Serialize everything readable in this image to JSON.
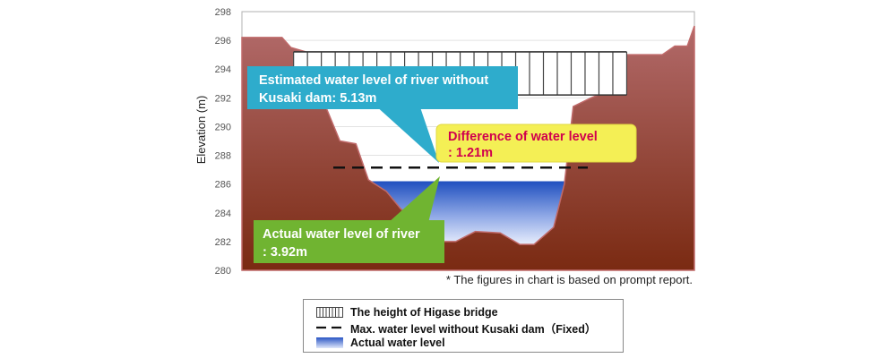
{
  "chart_data": {
    "type": "area",
    "title": "",
    "ylabel": "Elevation (m)",
    "ylim": [
      280,
      298
    ],
    "yticks": [
      280,
      282,
      284,
      286,
      288,
      290,
      292,
      294,
      296,
      298
    ],
    "ground_profile": [
      {
        "x": 0,
        "y": 296.2
      },
      {
        "x": 45,
        "y": 296.2
      },
      {
        "x": 55,
        "y": 295.5
      },
      {
        "x": 72,
        "y": 295.2
      },
      {
        "x": 90,
        "y": 292.0
      },
      {
        "x": 110,
        "y": 289.0
      },
      {
        "x": 128,
        "y": 288.8
      },
      {
        "x": 142,
        "y": 286.3
      },
      {
        "x": 162,
        "y": 285.5
      },
      {
        "x": 178,
        "y": 284.3
      },
      {
        "x": 198,
        "y": 283.2
      },
      {
        "x": 222,
        "y": 282.0
      },
      {
        "x": 240,
        "y": 282.0
      },
      {
        "x": 262,
        "y": 282.7
      },
      {
        "x": 290,
        "y": 282.6
      },
      {
        "x": 312,
        "y": 281.8
      },
      {
        "x": 328,
        "y": 281.8
      },
      {
        "x": 350,
        "y": 283.0
      },
      {
        "x": 362,
        "y": 286.0
      },
      {
        "x": 372,
        "y": 291.4
      },
      {
        "x": 392,
        "y": 292.0
      },
      {
        "x": 412,
        "y": 292.5
      },
      {
        "x": 430,
        "y": 295.0
      },
      {
        "x": 472,
        "y": 295.0
      },
      {
        "x": 486,
        "y": 295.6
      },
      {
        "x": 500,
        "y": 295.6
      },
      {
        "x": 508,
        "y": 297.0
      }
    ],
    "bridge": {
      "x_start": 58,
      "x_end": 432,
      "y_bottom": 292.2,
      "y_top": 295.2
    },
    "max_water_level_without_dam": 287.15,
    "actual_water_level": 286.2,
    "callouts": {
      "estimated": [
        "Estimated water level of river without",
        "Kusaki dam: 5.13m"
      ],
      "difference": [
        "Difference of water level",
        ": 1.21m"
      ],
      "actual": [
        "Actual water level of river",
        ": 3.92m"
      ]
    },
    "note": "* The figures in chart is based on prompt report.",
    "legend": [
      {
        "label": "The height of Higase bridge"
      },
      {
        "label": "Max. water level without Kusaki dam（Fixed）"
      },
      {
        "label": "Actual water level"
      }
    ],
    "colors": {
      "ground_top": "#b26a6a",
      "ground_bottom": "#7a2a12",
      "water_top": "#1f4fbf",
      "water_bottom": "#e8eefc",
      "estimated_box": "#2eaccc",
      "difference_box": "#f4ef55",
      "difference_text": "#d0004e",
      "actual_box": "#70b431",
      "ground_line": "#c06a6a"
    }
  }
}
